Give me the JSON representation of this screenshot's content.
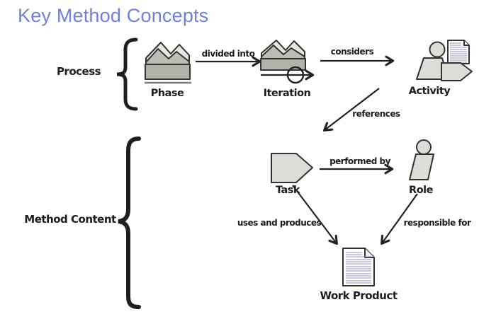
{
  "title": "Key Method Concepts",
  "groups": {
    "process": {
      "label": "Process"
    },
    "method_content": {
      "label": "Method Content"
    }
  },
  "nodes": {
    "phase": {
      "label": "Phase"
    },
    "iteration": {
      "label": "Iteration"
    },
    "activity": {
      "label": "Activity"
    },
    "task": {
      "label": "Task"
    },
    "role": {
      "label": "Role"
    },
    "work_product": {
      "label": "Work Product"
    }
  },
  "relations": {
    "divided_into": {
      "label": "divided into",
      "from": "phase",
      "to": "iteration"
    },
    "considers": {
      "label": "considers",
      "from": "iteration",
      "to": "activity"
    },
    "references": {
      "label": "references",
      "from": "activity",
      "to": "task"
    },
    "performed_by": {
      "label": "performed by",
      "from": "task",
      "to": "role"
    },
    "uses_and_produces": {
      "label": "uses and produces",
      "from": "task",
      "to": "work_product"
    },
    "responsible_for": {
      "label": "responsible for",
      "from": "role",
      "to": "work_product"
    }
  },
  "colors": {
    "title": "#7280d8",
    "ink": "#222220",
    "shape_fill": "#dcdcd8",
    "mountain_back": "#e6e6e2",
    "mountain_front": "#bdbdb5",
    "base_fill": "#b2b2aa",
    "doc_fill": "#ffffff",
    "doc_lines": "#998fc7"
  }
}
